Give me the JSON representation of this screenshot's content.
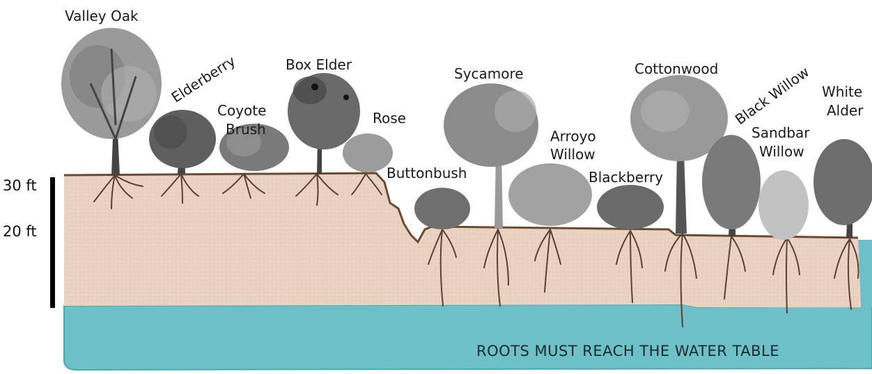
{
  "plants": {
    "valley_oak": "Valley Oak",
    "elderberry": "Elderberry",
    "coyote_brush_1": "Coyote",
    "coyote_brush_2": "Brush",
    "box_elder": "Box Elder",
    "rose": "Rose",
    "buttonbush": "Buttonbush",
    "sycamore": "Sycamore",
    "arroyo_willow_1": "Arroyo",
    "arroyo_willow_2": "Willow",
    "blackberry": "Blackberry",
    "cottonwood": "Cottonwood",
    "black_willow": "Black Willow",
    "sandbar_willow_1": "Sandbar",
    "sandbar_willow_2": "Willow",
    "white_alder_1": "White",
    "white_alder_2": "Alder"
  },
  "scale": {
    "label_30": "30 ft",
    "label_20": "20 ft"
  },
  "water_table": {
    "caption": "ROOTS MUST REACH THE WATER TABLE"
  },
  "colors": {
    "soil": "#ead2c1",
    "soil_line": "#6b4a2f",
    "water": "#6dc0c8",
    "water_edge": "#4ea9b2",
    "foliage_dark": "#5a5a5a",
    "foliage_mid": "#888888",
    "foliage_light": "#b5b5b5",
    "scale_bar": "#000000"
  }
}
